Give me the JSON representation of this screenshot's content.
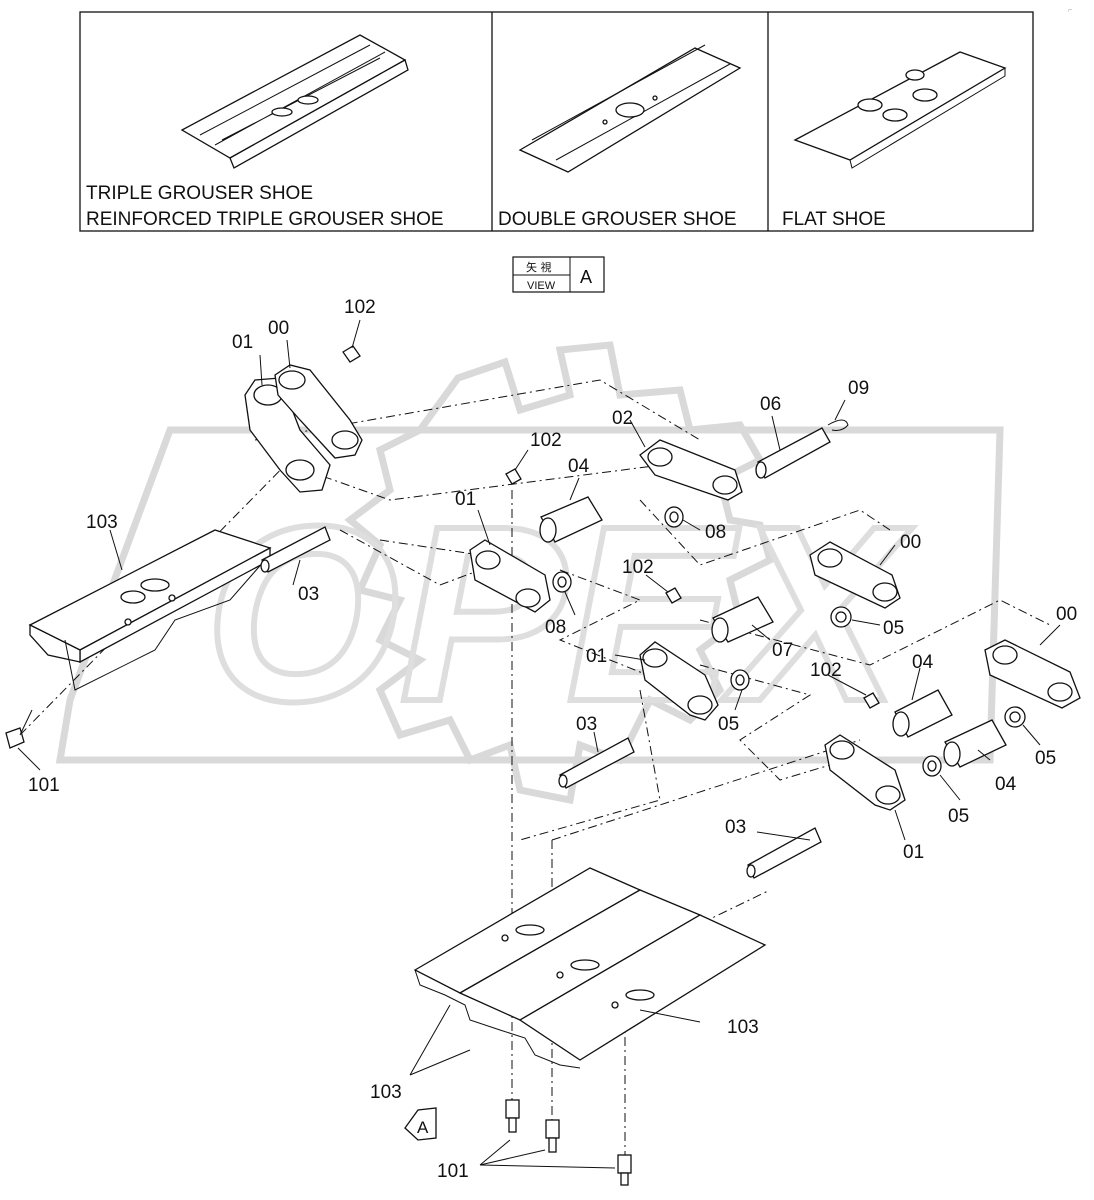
{
  "header": {
    "cells": [
      {
        "id": "triple",
        "lines": [
          "TRIPLE GROUSER SHOE",
          "REINFORCED TRIPLE GROUSER SHOE"
        ]
      },
      {
        "id": "double",
        "lines": [
          "DOUBLE GROUSER SHOE"
        ]
      },
      {
        "id": "flat",
        "lines": [
          "FLAT SHOE"
        ]
      }
    ]
  },
  "view_tag": {
    "jp": "矢 視",
    "label": "VIEW",
    "letter": "A"
  },
  "view_arrow_letter": "A",
  "watermark": "OPEX",
  "callouts": [
    "00",
    "01",
    "02",
    "03",
    "04",
    "05",
    "06",
    "07",
    "08",
    "09",
    "101",
    "102",
    "103"
  ]
}
